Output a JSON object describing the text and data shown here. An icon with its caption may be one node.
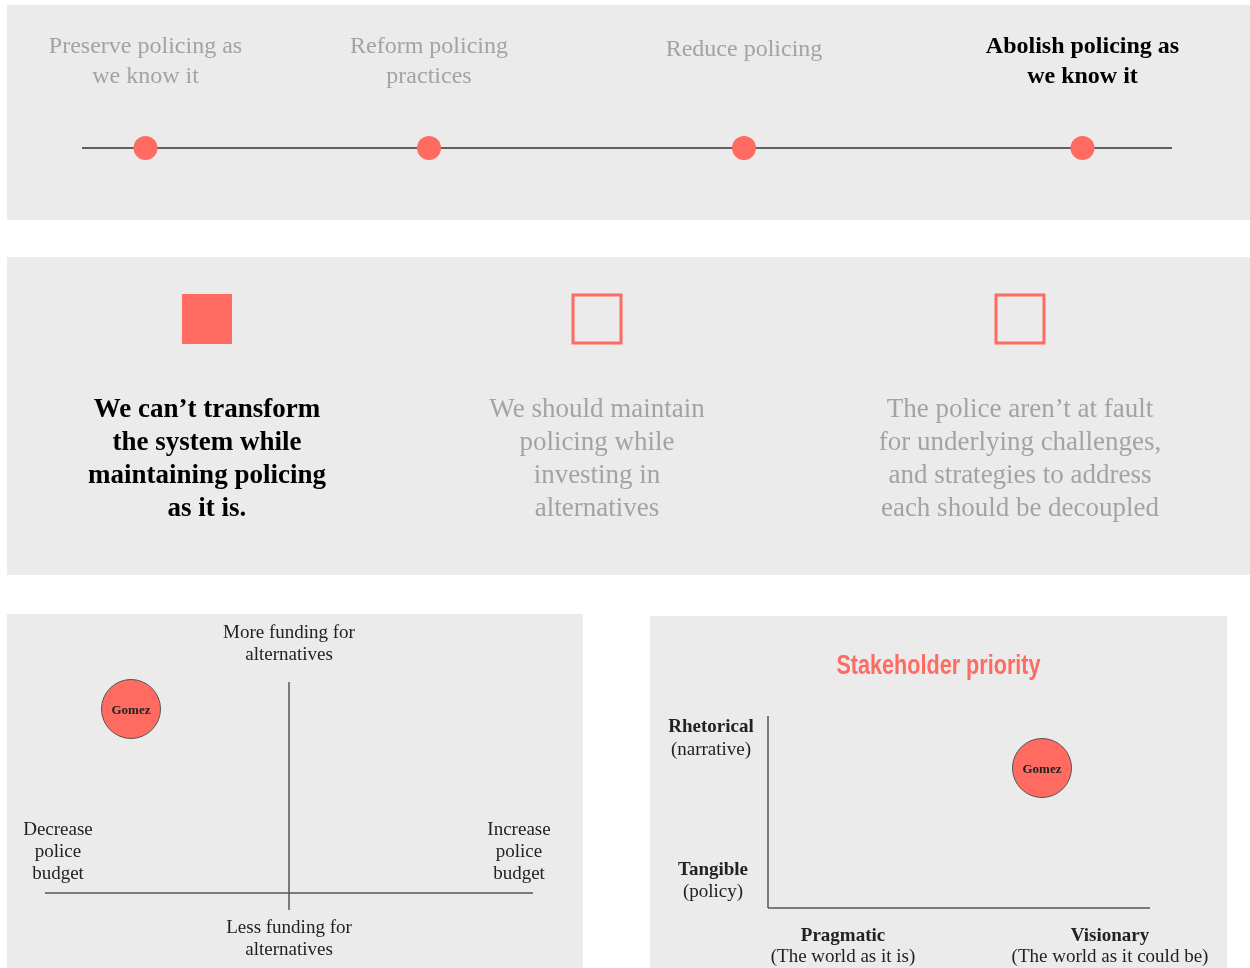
{
  "diagram": {
    "nodes": [
      {
        "text": [],
        "shape": "box"
      },
      {
        "text": [
          "Preserve policing as we know it"
        ],
        "in": 0
      },
      {
        "text": [
          "Reform policing practices"
        ],
        "in": 0
      },
      {
        "text": [
          "Reduce policing"
        ],
        "in": 0
      },
      {
        "text": [
          "Abolish policing as we know it"
        ],
        "in": 0
      },
      {
        "text": [],
        "shape": "box"
      },
      {
        "text": [
          "We can’t transform the system while maintaining policing as it is."
        ],
        "in": 5
      },
      {
        "text": [
          "We should maintain policing while investing in alternatives"
        ],
        "in": 5
      },
      {
        "text": [
          "The police aren’t at fault for underlying challenges, and strategies to address each should be decoupled"
        ],
        "in": 5
      },
      {
        "text": [],
        "shape": "box"
      },
      {
        "text": [
          "Gomez"
        ],
        "in": 9
      },
      {
        "text": [
          "Stakeholder priority"
        ]
      },
      {
        "text": [
          "Gomez"
        ],
        "in": 11
      }
    ],
    "labels": [
      "More funding for alternatives",
      "Decrease police budget",
      "Increase police budget",
      "Less funding for alternatives",
      "Rhetorical",
      "(narrative)",
      "Tangible",
      "(policy)",
      "Pragmatic",
      "(The world as it is)",
      "Visionary",
      "(The world as it could be)"
    ]
  }
}
